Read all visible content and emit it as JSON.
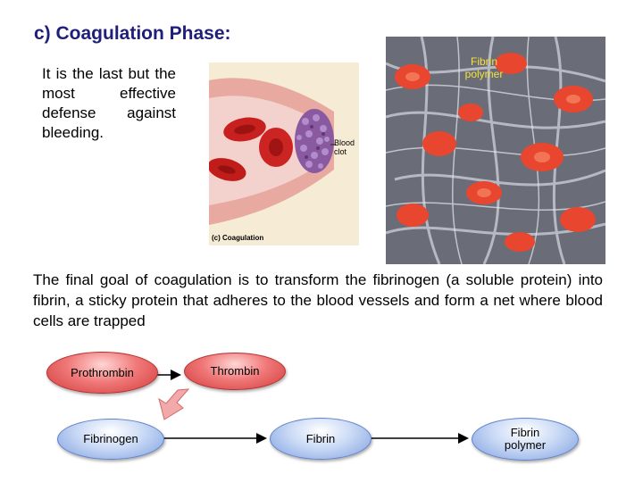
{
  "title": "c) Coagulation Phase:",
  "intro_text": "It is the last but the most effective defense against bleeding.",
  "figure": {
    "blood_clot_label_line1": "Blood",
    "blood_clot_label_line2": "clot",
    "caption": "(c) Coagulation"
  },
  "micrograph": {
    "label_line1": "Fibrin",
    "label_line2": "polymer"
  },
  "body_text": "The final goal of coagulation is to transform the fibrinogen (a soluble protein) into fibrin, a sticky protein that adheres to the blood vessels and form a net where blood cells are trapped",
  "flow": {
    "prothrombin": "Prothrombin",
    "thrombin": "Thrombin",
    "fibrinogen": "Fibrinogen",
    "fibrin": "Fibrin",
    "fibrin_polymer_line1": "Fibrin",
    "fibrin_polymer_line2": "polymer"
  },
  "colors": {
    "title": "#1f1f7a",
    "node_red": "#e05a5a",
    "node_blue": "#a8c0ee",
    "micro_label": "#f5e33a"
  }
}
